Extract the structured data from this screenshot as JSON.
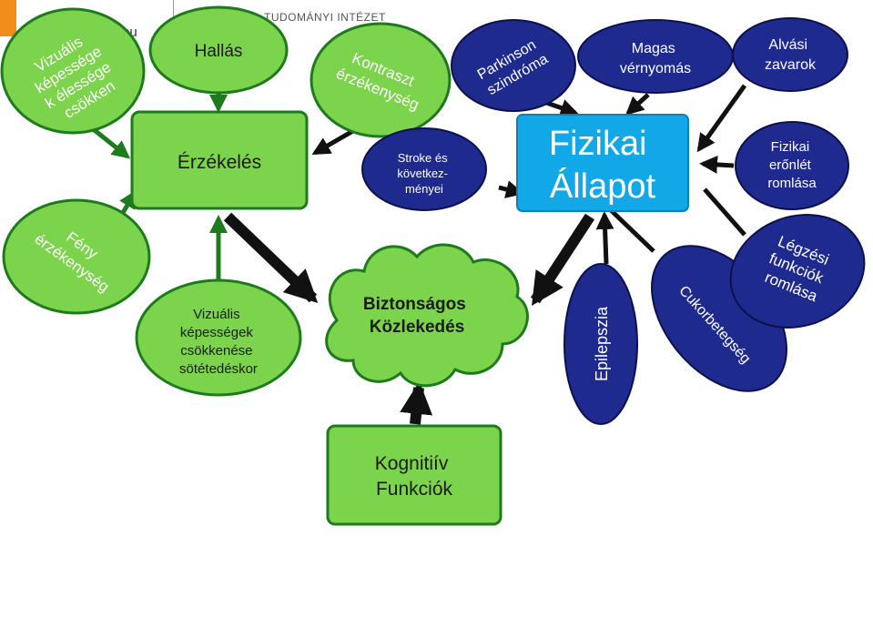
{
  "header": {
    "logo_fragment": "hu",
    "institute": "TUDOMÁNYI INTÉZET"
  },
  "colors": {
    "green_fill": "#7cd34c",
    "green_stroke": "#1d7a1d",
    "navy_fill": "#1f2a8f",
    "cyan_fill": "#12a8e8",
    "arrow_dark": "#111111",
    "arrow_green": "#1d7a1d"
  },
  "nodes": {
    "vizualis_elesseg": "Vizuális képessége k élessége csökken",
    "hallas": "Hallás",
    "kontraszt": "Kontraszt érzékenység",
    "parkinson": "Parkinson szindróma",
    "magas_vernyomas": "Magas vérnyomás",
    "alvasi_zavarok": "Alvási zavarok",
    "erzekeles": "Érzékelés",
    "stroke": "Stroke és következ-ményei",
    "fizikai_allapot": "Fizikai Állapot",
    "fizikai_eronlet": "Fizikai erőnlét romlása",
    "feny": "Fény érzékenység",
    "vizualis_sotet": "Vizuális képességek csökkenése sötétedéskor",
    "biztonsagos": "Biztonságos Közlekedés",
    "epilepszia": "Epilepszia",
    "cukorbetegseg": "Cukorbetegség",
    "legzesi": "Légzési funkciók romlása",
    "kognitiv": "Kognitiív Funkciók"
  }
}
